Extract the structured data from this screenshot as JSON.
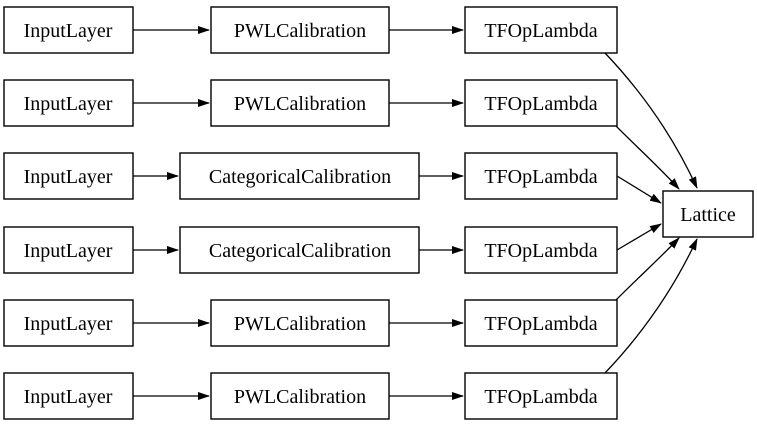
{
  "diagram": {
    "type": "model-graph",
    "colors": {
      "background": "#ffffff",
      "node_fill": "#ffffff",
      "node_border": "#000000",
      "edge_color": "#000000",
      "text_color": "#000000"
    },
    "rows": [
      {
        "input": "InputLayer",
        "calibration": "PWLCalibration",
        "lambda": "TFOpLambda"
      },
      {
        "input": "InputLayer",
        "calibration": "PWLCalibration",
        "lambda": "TFOpLambda"
      },
      {
        "input": "InputLayer",
        "calibration": "CategoricalCalibration",
        "lambda": "TFOpLambda"
      },
      {
        "input": "InputLayer",
        "calibration": "CategoricalCalibration",
        "lambda": "TFOpLambda"
      },
      {
        "input": "InputLayer",
        "calibration": "PWLCalibration",
        "lambda": "TFOpLambda"
      },
      {
        "input": "InputLayer",
        "calibration": "PWLCalibration",
        "lambda": "TFOpLambda"
      }
    ],
    "output_node": "Lattice"
  }
}
